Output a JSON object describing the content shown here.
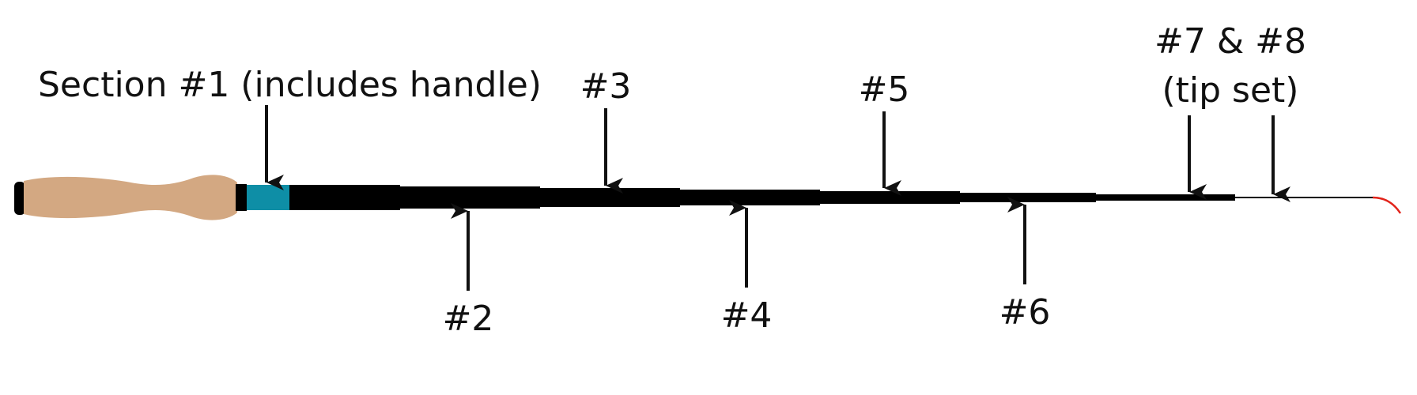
{
  "labels": {
    "section1": "Section #1 (includes handle)",
    "s2": "#2",
    "s3": "#3",
    "s4": "#4",
    "s5": "#5",
    "s6": "#6",
    "tip_line1": "#7 & #8",
    "tip_line2": "(tip set)"
  },
  "colors": {
    "background": "#ffffff",
    "handle_cork": "#d3a882",
    "handle_cap": "#000000",
    "winding": "#0e8ea6",
    "blank": "#000000",
    "tip_end": "#e2231a",
    "text": "#111111",
    "arrow": "#111111"
  }
}
